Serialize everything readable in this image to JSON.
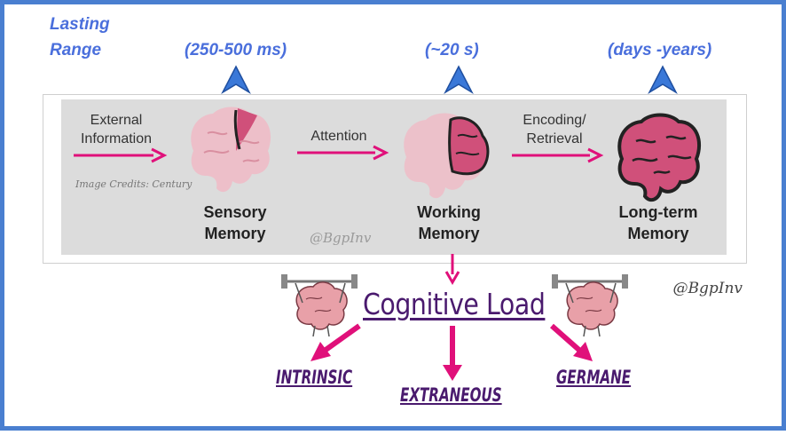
{
  "lasting_range": {
    "label_line1": "Lasting",
    "label_line2": "Range",
    "sensory": "(250-500 ms)",
    "working": "(~20 s)",
    "long_term": "(days -years)"
  },
  "flow": {
    "external_line1": "External",
    "external_line2": "Information",
    "attention": "Attention",
    "encoding_line1": "Encoding/",
    "encoding_line2": "Retrieval",
    "sensory_line1": "Sensory",
    "sensory_line2": "Memory",
    "working_line1": "Working",
    "working_line2": "Memory",
    "longterm_line1": "Long-term",
    "longterm_line2": "Memory",
    "credits": "Image Credits: Century",
    "watermark": "@BgpInv"
  },
  "cognitive_load": {
    "title": "Cognitive Load",
    "watermark": "@BgpInv",
    "intrinsic": "INTRINSIC",
    "extraneous": "EXTRANEOUS",
    "germane": "GERMANE"
  },
  "colors": {
    "frame_border": "#4a7fd0",
    "range_text": "#4a6fdc",
    "arrow_magenta": "#e0107a",
    "purple_text": "#4a1a6e",
    "brain_pink": "#e8a0b0",
    "brain_dark": "#d0507a"
  },
  "icons": {
    "up_arrow": "up-arrow-icon",
    "brain": "brain-icon",
    "brain_lifting": "brain-weightlifting-icon"
  }
}
